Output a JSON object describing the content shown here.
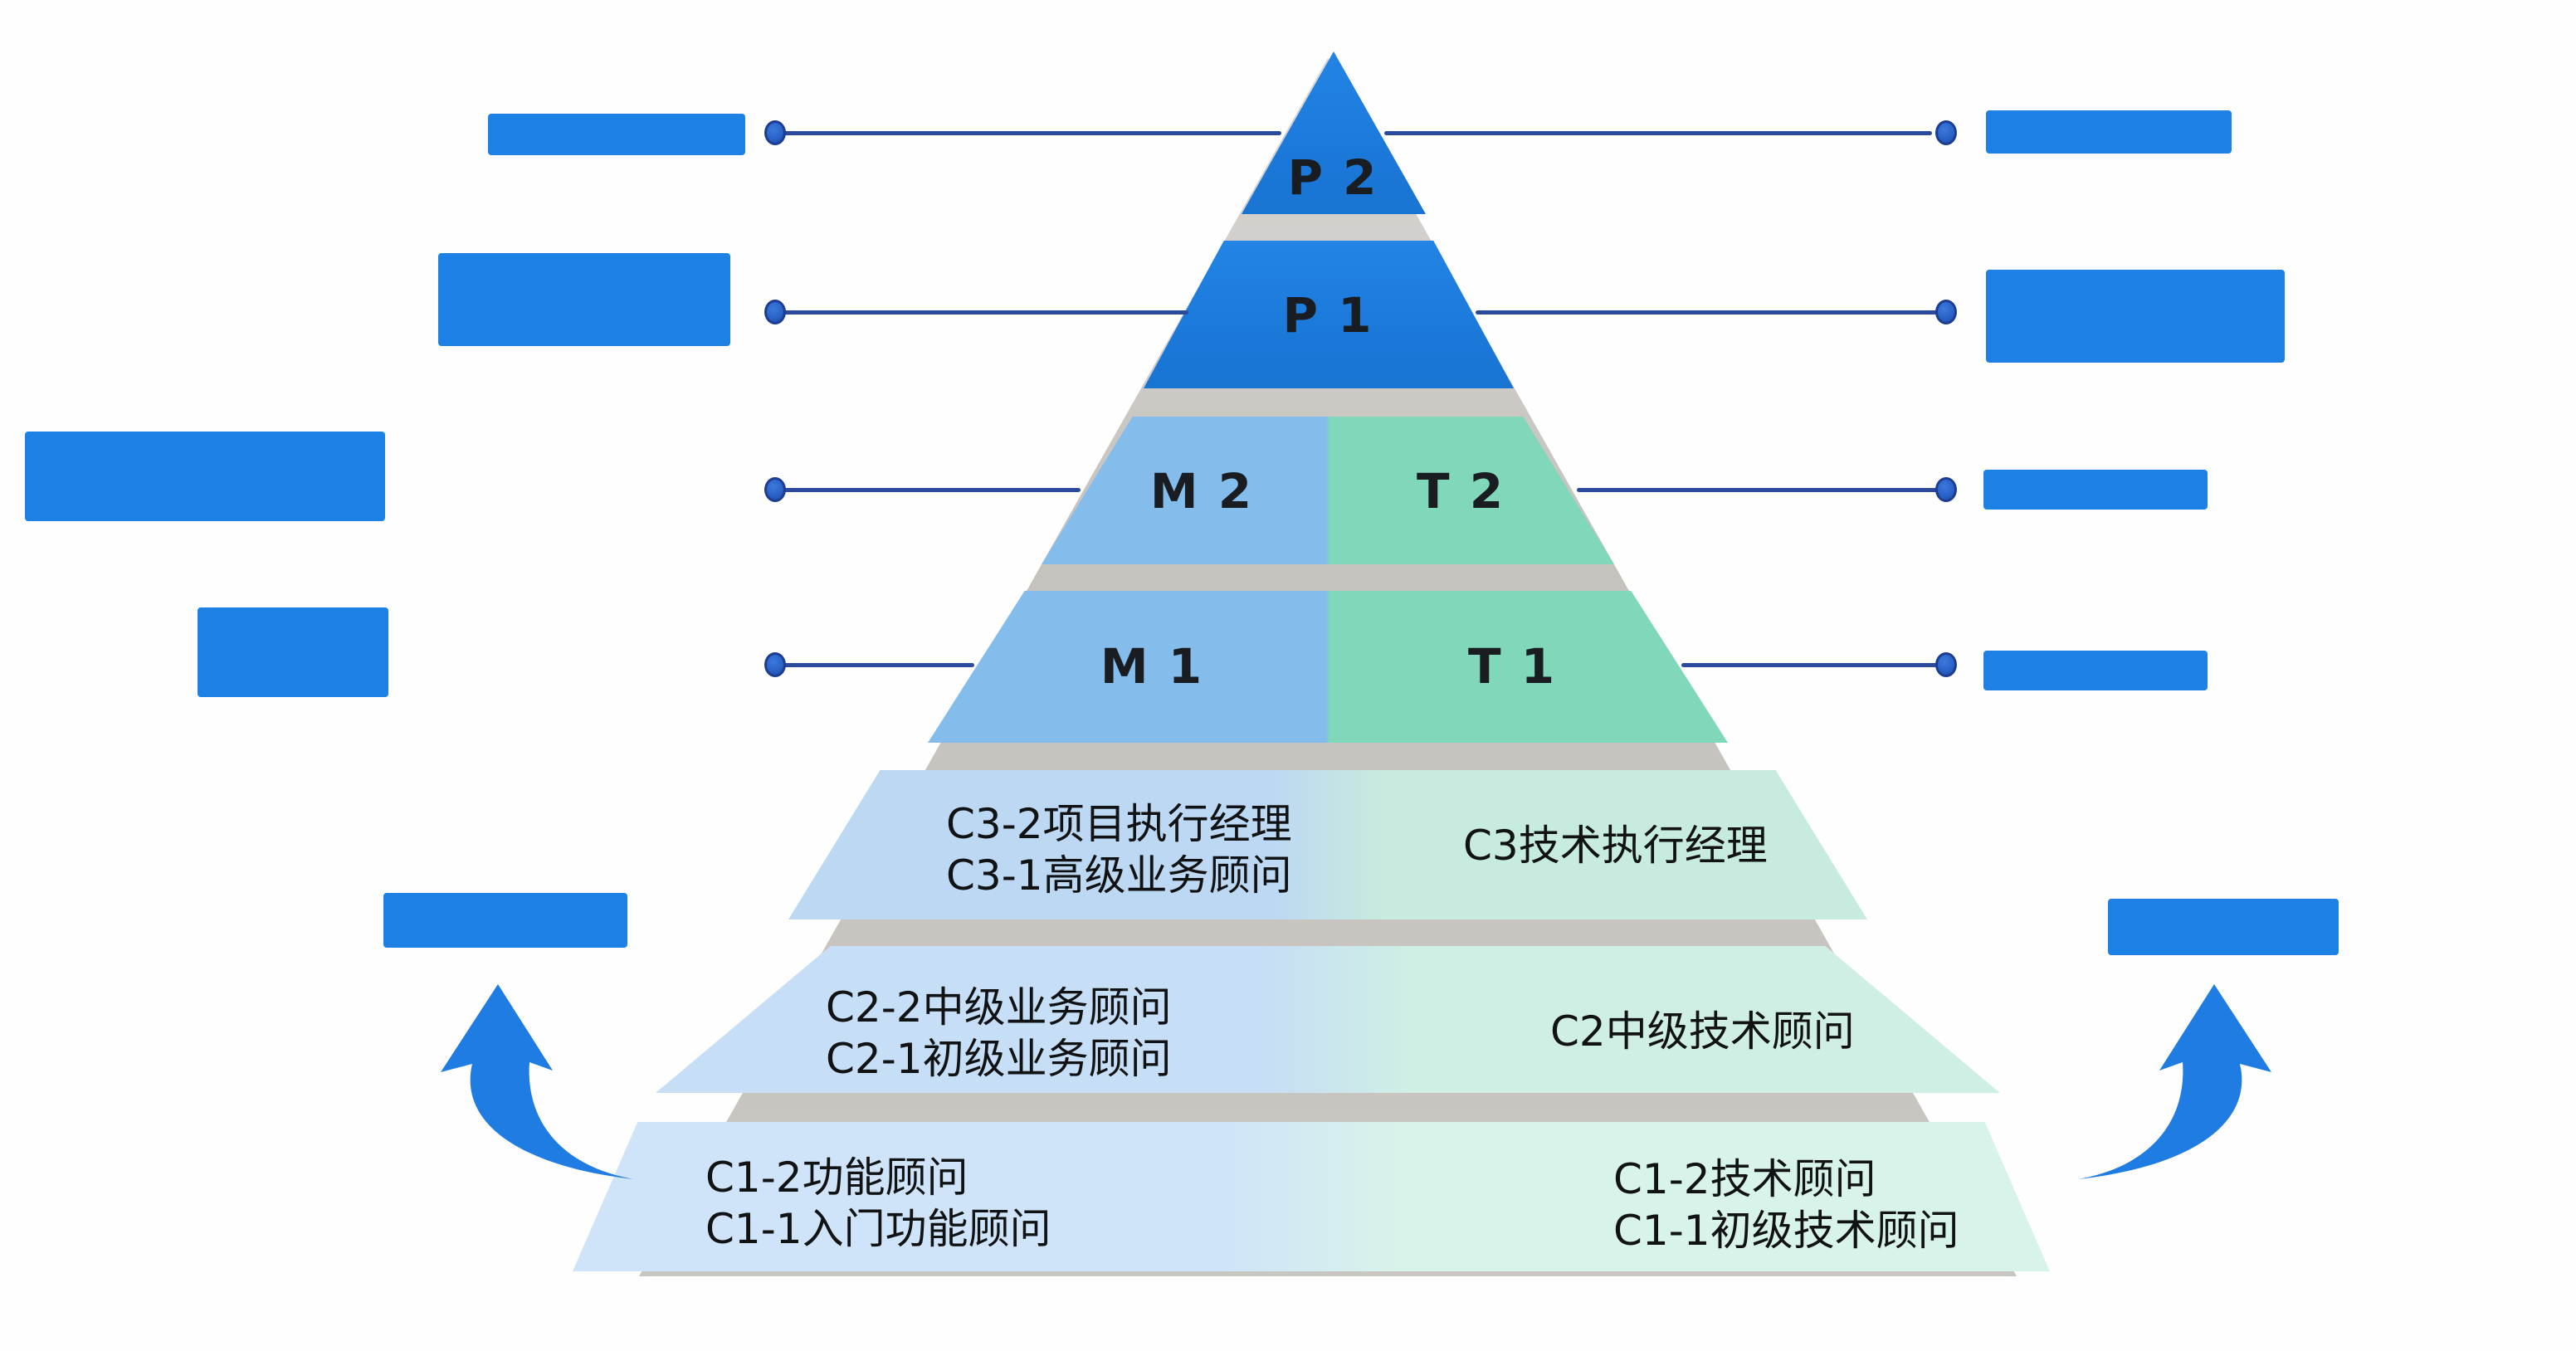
{
  "diagram": {
    "type": "career-level pyramid",
    "levels": [
      {
        "id": "P2",
        "label": "P 2",
        "color": "#1b79da"
      },
      {
        "id": "P1",
        "label": "P 1",
        "color": "#1b79da"
      },
      {
        "id": "M2-T2",
        "left_label": "M 2",
        "right_label": "T 2",
        "left_color": "#84bceb",
        "right_color": "#80d7ba"
      },
      {
        "id": "M1-T1",
        "left_label": "M 1",
        "right_label": "T 1",
        "left_color": "#84bceb",
        "right_color": "#80d7ba"
      },
      {
        "id": "C3",
        "left_lines": [
          "C3-2项目执行经理",
          "C3-1高级业务顾问"
        ],
        "right_lines": [
          "C3技术执行经理"
        ],
        "left_color": "#bdd8f3",
        "right_color": "#c7ebde"
      },
      {
        "id": "C2",
        "left_lines": [
          "C2-2中级业务顾问",
          "C2-1初级业务顾问"
        ],
        "right_lines": [
          "C2中级技术顾问"
        ],
        "left_color": "#c6def6",
        "right_color": "#cfeee4"
      },
      {
        "id": "C1",
        "left_lines": [
          "C1-2功能顾问",
          "C1-1入门功能顾问"
        ],
        "right_lines": [
          "C1-2技术顾问",
          "C1-1初级技术顾问"
        ],
        "left_color": "#cfe4f8",
        "right_color": "#d8f3ea"
      }
    ],
    "ledge_color": "#c9c6c2"
  },
  "callouts": {
    "connector_color": "#2b4a9c",
    "redaction_color": "#1d80e4",
    "left": [
      {
        "row": "P2",
        "redacted": true,
        "text": ""
      },
      {
        "row": "P1",
        "redacted": true,
        "text": ""
      },
      {
        "row": "M2-T2",
        "redacted": true,
        "text": ""
      },
      {
        "row": "M1-T1",
        "redacted": true,
        "text": ""
      }
    ],
    "right": [
      {
        "row": "P2",
        "redacted": true,
        "text": ""
      },
      {
        "row": "P1",
        "redacted": true,
        "text": ""
      },
      {
        "row": "M2-T2",
        "redacted": true,
        "text": ""
      },
      {
        "row": "M1-T1",
        "redacted": true,
        "text": ""
      }
    ],
    "bottom_left": {
      "redacted": true,
      "text": ""
    },
    "bottom_right": {
      "redacted": true,
      "text": ""
    }
  },
  "arrows": {
    "left": {
      "icon": "curved-arrow-up",
      "color": "#1e7ce2"
    },
    "right": {
      "icon": "curved-arrow-up",
      "color": "#1e7ce2"
    }
  }
}
